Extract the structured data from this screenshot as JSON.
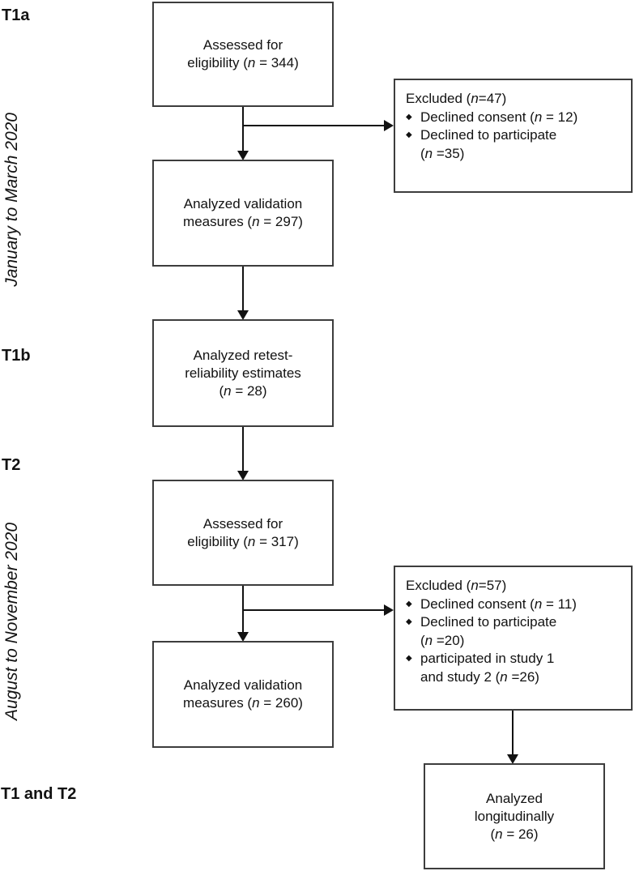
{
  "colors": {
    "background": "#ffffff",
    "box_border": "#3d3d3d",
    "line": "#121212",
    "text": "#121212"
  },
  "glyphs": {
    "bullet": "◆"
  },
  "labels": {
    "t1a": "T1a",
    "t1b": "T1b",
    "t2": "T2",
    "t1_and_t2": "T1 and T2",
    "period_t1": "January to March 2020",
    "period_t2": "August to November 2020"
  },
  "boxes": {
    "assessed_t1": {
      "lines": [
        [
          {
            "t": "Assessed for"
          }
        ],
        [
          {
            "t": "eligibility ("
          },
          {
            "t": "n",
            "i": true
          },
          {
            "t": " = 344)"
          }
        ]
      ]
    },
    "excluded_t1": {
      "title": [
        {
          "t": "Excluded ("
        },
        {
          "t": "n",
          "i": true
        },
        {
          "t": "=47)"
        }
      ],
      "items": [
        {
          "lines": [
            [
              {
                "t": "Declined consent ("
              },
              {
                "t": "n",
                "i": true
              },
              {
                "t": " = 12)"
              }
            ]
          ]
        },
        {
          "lines": [
            [
              {
                "t": "Declined to participate"
              }
            ],
            [
              {
                "t": "("
              },
              {
                "t": "n",
                "i": true
              },
              {
                "t": " =35)"
              }
            ]
          ]
        }
      ]
    },
    "analyzed_validation_t1": {
      "lines": [
        [
          {
            "t": "Analyzed validation"
          }
        ],
        [
          {
            "t": "measures ("
          },
          {
            "t": "n",
            "i": true
          },
          {
            "t": " = 297)"
          }
        ]
      ]
    },
    "retest_reliability": {
      "lines": [
        [
          {
            "t": "Analyzed retest-"
          }
        ],
        [
          {
            "t": "reliability estimates"
          }
        ],
        [
          {
            "t": "("
          },
          {
            "t": "n",
            "i": true
          },
          {
            "t": " = 28)"
          }
        ]
      ]
    },
    "assessed_t2": {
      "lines": [
        [
          {
            "t": "Assessed for"
          }
        ],
        [
          {
            "t": "eligibility ("
          },
          {
            "t": "n",
            "i": true
          },
          {
            "t": " = 317)"
          }
        ]
      ]
    },
    "excluded_t2": {
      "title": [
        {
          "t": "Excluded ("
        },
        {
          "t": "n",
          "i": true
        },
        {
          "t": "=57)"
        }
      ],
      "items": [
        {
          "lines": [
            [
              {
                "t": "Declined consent ("
              },
              {
                "t": "n",
                "i": true
              },
              {
                "t": " = 11)"
              }
            ]
          ]
        },
        {
          "lines": [
            [
              {
                "t": "Declined to participate"
              }
            ],
            [
              {
                "t": "("
              },
              {
                "t": "n",
                "i": true
              },
              {
                "t": " =20)"
              }
            ]
          ]
        },
        {
          "lines": [
            [
              {
                "t": "participated in study 1"
              }
            ],
            [
              {
                "t": "and study 2 ("
              },
              {
                "t": "n",
                "i": true
              },
              {
                "t": " =26)"
              }
            ]
          ]
        }
      ]
    },
    "analyzed_validation_t2": {
      "lines": [
        [
          {
            "t": "Analyzed validation"
          }
        ],
        [
          {
            "t": "measures ("
          },
          {
            "t": "n",
            "i": true
          },
          {
            "t": " = 260)"
          }
        ]
      ]
    },
    "analyzed_longitudinally": {
      "lines": [
        [
          {
            "t": "Analyzed"
          }
        ],
        [
          {
            "t": "longitudinally"
          }
        ],
        [
          {
            "t": "("
          },
          {
            "t": "n",
            "i": true
          },
          {
            "t": " = 26)"
          }
        ]
      ]
    }
  }
}
